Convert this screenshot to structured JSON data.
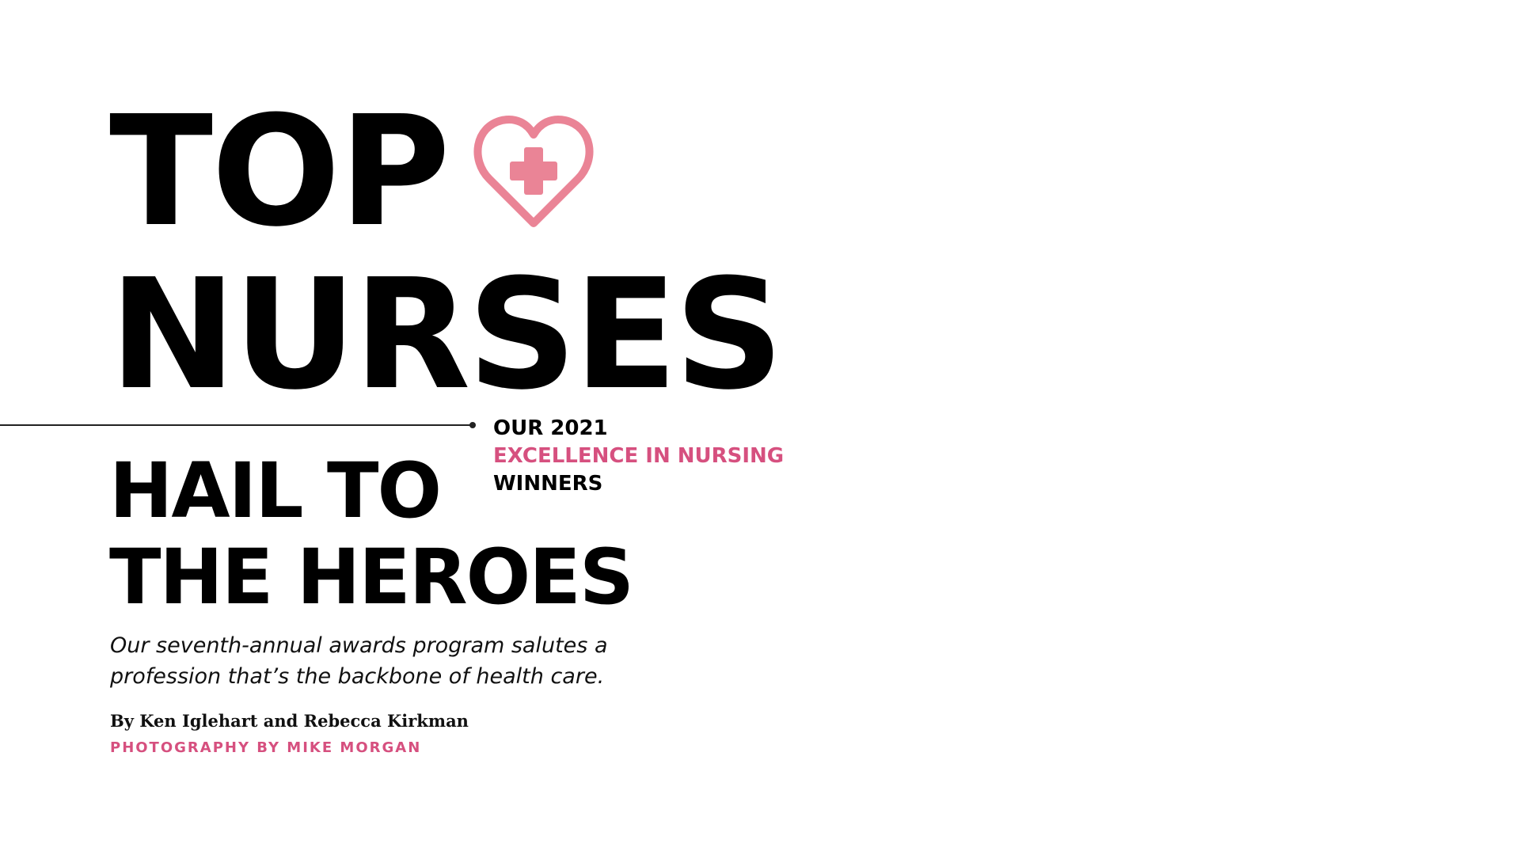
{
  "headline": {
    "line1": "TOP",
    "line2": "NURSES"
  },
  "kicker": {
    "line1": "OUR 2021",
    "line2": "EXCELLENCE IN NURSING",
    "line3": "WINNERS"
  },
  "subhead": {
    "line1": "HAIL TO",
    "line2": "THE HEROES"
  },
  "dek": {
    "line1": "Our seventh-annual awards program salutes a",
    "line2": "profession that’s the backbone of health care."
  },
  "byline": "By Ken Iglehart and Rebecca Kirkman",
  "photo_credit": "PHOTOGRAPHY BY MIKE MORGAN",
  "icons": {
    "heart": "heart-with-medical-cross-icon"
  },
  "colors": {
    "accent": "#d6507f",
    "heart_outline": "#ea8496",
    "text": "#000000",
    "background": "#ffffff"
  }
}
